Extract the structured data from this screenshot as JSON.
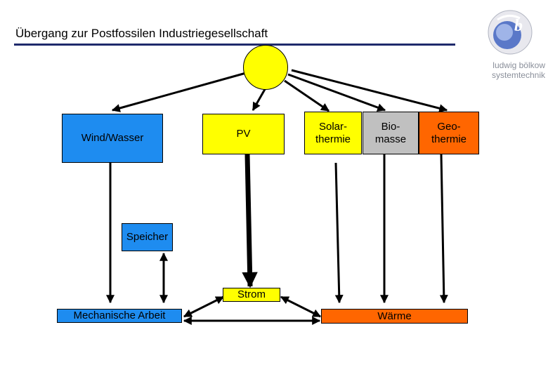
{
  "header": {
    "title": "Übergang zur Postfossilen Industriegesellschaft",
    "logo_line1": "ludwig bölkow",
    "logo_line2": "systemtechnik"
  },
  "diagram": {
    "sun": "",
    "wind": "Wind/Wasser",
    "pv": "PV",
    "solar_line1": "Solar-",
    "solar_line2": "thermie",
    "bio_line1": "Bio-",
    "bio_line2": "masse",
    "geo_line1": "Geo-",
    "geo_line2": "thermie",
    "speicher": "Speicher",
    "strom": "Strom",
    "mech": "Mechanische Arbeit",
    "waerme": "Wärme"
  },
  "colors": {
    "blue": "#1e8cf0",
    "yellow": "#ffff00",
    "gray": "#c0c0c0",
    "orange": "#ff6600",
    "header_rule": "#1f2a6b"
  }
}
